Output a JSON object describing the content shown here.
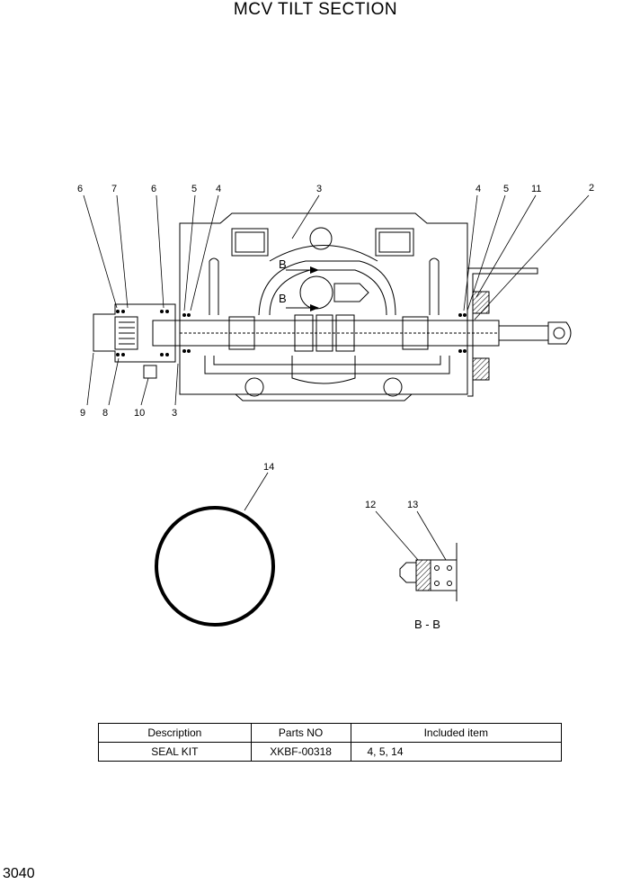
{
  "title": "MCV TILT SECTION",
  "page_number": "3040",
  "callouts_top": [
    "6",
    "7",
    "6",
    "5",
    "4",
    "3",
    "4",
    "5",
    "11",
    "2"
  ],
  "callouts_bottom": [
    "9",
    "8",
    "10",
    "3"
  ],
  "flow_labels": [
    "B",
    "B"
  ],
  "ring_callout": "14",
  "section_callouts": [
    "12",
    "13"
  ],
  "section_label": "B - B",
  "table": {
    "headers": [
      "Description",
      "Parts NO",
      "Included item"
    ],
    "rows": [
      {
        "description": "SEAL KIT",
        "part_no": "XKBF-00318",
        "included": "4, 5, 14"
      }
    ]
  }
}
